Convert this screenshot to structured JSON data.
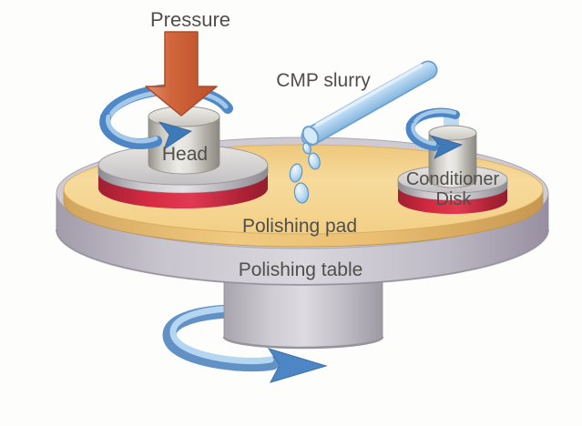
{
  "diagram": {
    "labels": {
      "pressure": "Pressure",
      "cmp_slurry": "CMP slurry",
      "head": "Head",
      "conditioner_line1": "Conditioner",
      "conditioner_line2": "Disk",
      "polishing_pad": "Polishing pad",
      "polishing_table": "Polishing table"
    },
    "icons": [
      {
        "name": "pressure-down-arrow-icon",
        "meaning": "downward force applied to head",
        "color": "#c55831"
      },
      {
        "name": "head-rotation-arrow-icon",
        "meaning": "head rotates",
        "color": "#4d86c4"
      },
      {
        "name": "conditioner-rotation-arrow-icon",
        "meaning": "conditioner disk rotates",
        "color": "#4d86c4"
      },
      {
        "name": "table-rotation-arrow-icon",
        "meaning": "polishing table rotates",
        "color": "#4d86c4"
      },
      {
        "name": "slurry-nozzle-icon",
        "meaning": "tube dispensing CMP slurry",
        "color": "#aed2ef"
      },
      {
        "name": "slurry-droplets-icon",
        "meaning": "slurry drops falling on pad",
        "color": "#bcdcf2"
      }
    ],
    "colors": {
      "pressure_arrow": "#c55831",
      "rotation_arrows": "#4d86c4",
      "slurry_blue": "#aed2ef",
      "pad_tan": "#f5d794",
      "pad_edge_tan": "#eabf72",
      "table_gray": "#c9c5ce",
      "metal_gray": "#d8d6d3",
      "wafer_red_ring": "#d62a42",
      "label_text": "#514e4b",
      "background": "#fdfdfc"
    }
  }
}
